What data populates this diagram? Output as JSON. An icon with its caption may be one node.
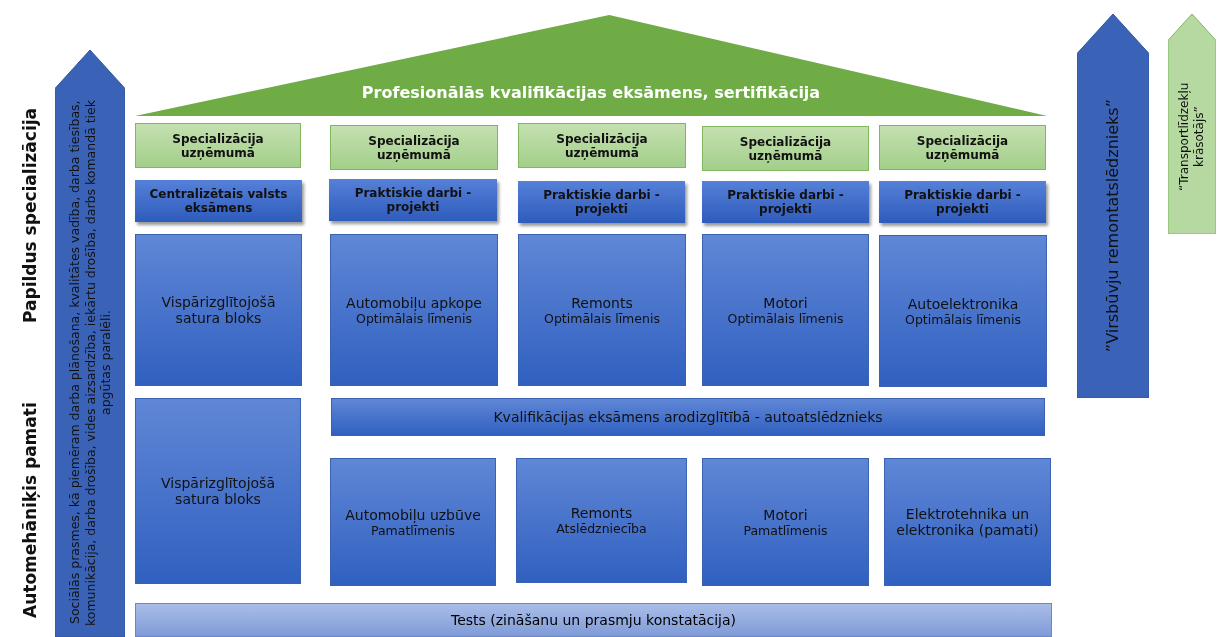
{
  "diagram": {
    "nodes": [
      {
        "text": [
          "Profesionālās kvalifikācijas eksāmens, sertifikācija"
        ]
      },
      {
        "text": [
          "Sociālās prasmes, kā piemēram darba plānošana, kvalitātes vadība, darba tiesības, komunikācija, darba drošība, vides aizsardzība, iekārtu drošība, darbs komandā tiek apgūtas paralēli."
        ]
      },
      {
        "text": [
          "”Virsbūvju remontatslēdznieks”"
        ]
      },
      {
        "text": [
          "“Transportlīdzekļu krāsotājs”"
        ]
      },
      {
        "text": [
          "Specializācija uzņēmumā"
        ]
      },
      {
        "text": [
          "Specializācija uzņēmumā"
        ]
      },
      {
        "text": [
          "Specializācija uzņēmumā"
        ]
      },
      {
        "text": [
          "Specializācija uzņēmumā"
        ]
      },
      {
        "text": [
          "Specializācija uzņēmumā"
        ]
      },
      {
        "text": [
          "Centralizētais valsts eksāmens"
        ]
      },
      {
        "text": [
          "Praktiskie darbi - projekti"
        ]
      },
      {
        "text": [
          "Praktiskie darbi - projekti"
        ]
      },
      {
        "text": [
          "Praktiskie darbi - projekti"
        ]
      },
      {
        "text": [
          "Praktiskie darbi - projekti"
        ]
      },
      {
        "text": [
          "Vispārizglītojošā satura bloks"
        ]
      },
      {
        "text": [
          "Automobiļu apkope",
          "Optimālais līmenis"
        ]
      },
      {
        "text": [
          "Remonts",
          "Optimālais līmenis"
        ]
      },
      {
        "text": [
          "Motori",
          "Optimālais līmenis"
        ]
      },
      {
        "text": [
          "Autoelektronika",
          "Optimālais līmenis"
        ]
      },
      {
        "text": [
          "Vispārizglītojošā satura bloks"
        ]
      },
      {
        "text": [
          "Kvalifikācijas eksāmens arodizglītībā - autoatslēdznieks"
        ]
      },
      {
        "text": [
          "Automobiļu uzbūve",
          "Pamatlīmenis"
        ]
      },
      {
        "text": [
          "Remonts",
          "Atslēdzniecība"
        ]
      },
      {
        "text": [
          "Motori",
          "Pamatlīmenis"
        ]
      },
      {
        "text": [
          "Elektrotehnika un elektronika (pamati)"
        ]
      },
      {
        "text": [
          "Tests (zināšanu un prasmju konstatācija)"
        ]
      }
    ],
    "edges": [],
    "labels": [
      "Papildus specializācija",
      "Automehāniķis pamati"
    ]
  }
}
